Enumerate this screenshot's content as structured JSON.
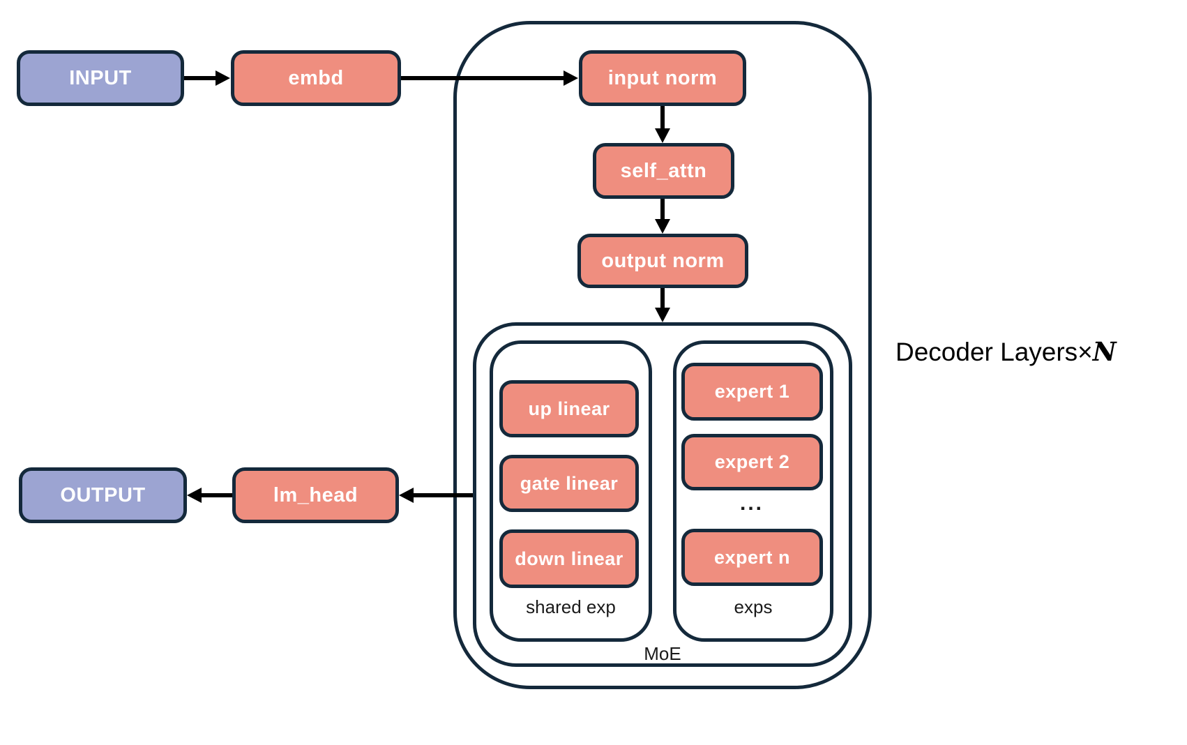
{
  "nodes": {
    "input": {
      "label": "INPUT"
    },
    "embd": {
      "label": "embd"
    },
    "input_norm": {
      "label": "input norm"
    },
    "self_attn": {
      "label": "self_attn"
    },
    "output_norm": {
      "label": "output norm"
    },
    "up_linear": {
      "label": "up linear"
    },
    "gate_linear": {
      "label": "gate linear"
    },
    "down_linear": {
      "label": "down linear"
    },
    "expert_1": {
      "label": "expert 1"
    },
    "expert_2": {
      "label": "expert 2"
    },
    "expert_ellipsis": {
      "label": "..."
    },
    "expert_n": {
      "label": "expert n"
    },
    "lm_head": {
      "label": "lm_head"
    },
    "output": {
      "label": "OUTPUT"
    }
  },
  "containers": {
    "shared_exp": {
      "label": "shared exp"
    },
    "exps": {
      "label": "exps"
    },
    "moe": {
      "label": "MoE"
    },
    "decoder": {
      "label": "Decoder Layers×",
      "repeat_count": "N"
    }
  },
  "colors": {
    "box_fill_salmon": "#EF8E7F",
    "box_fill_purple": "#9CA4D2",
    "border_navy": "#14293B",
    "arrow_black": "#000000",
    "label_dark": "#1A1A1A"
  }
}
